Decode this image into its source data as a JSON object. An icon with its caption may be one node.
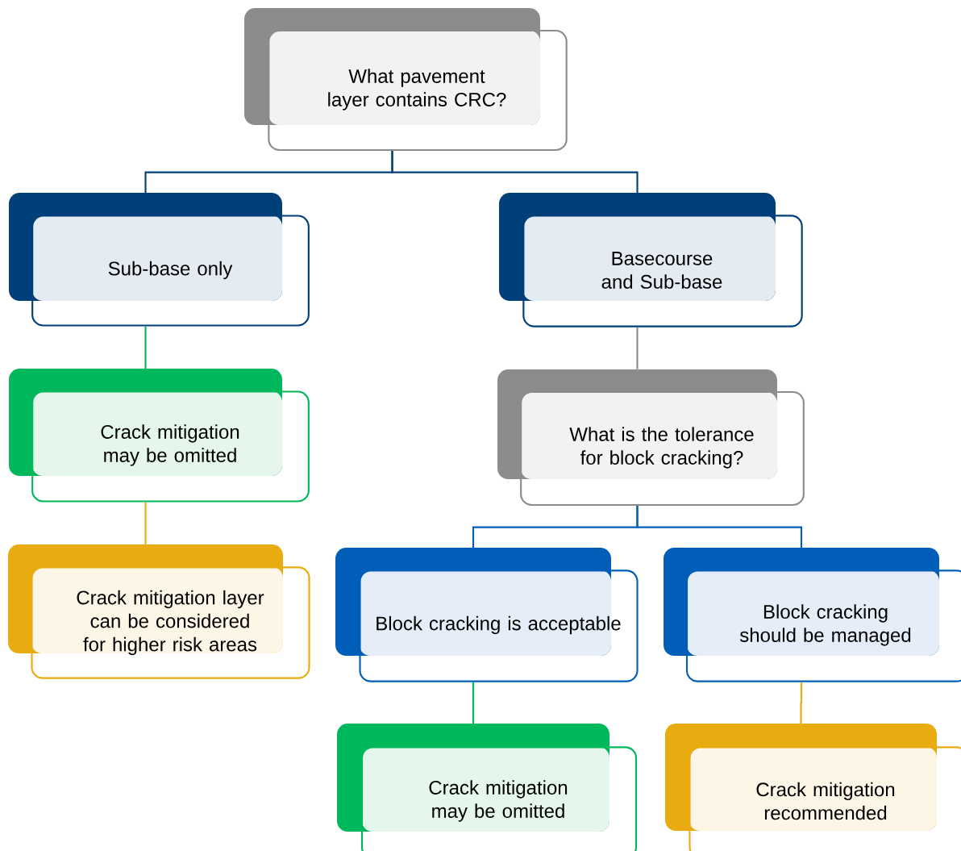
{
  "diagram": {
    "nodes": [
      {
        "text": [
          "What pavement layer contains CRC?"
        ]
      },
      {
        "text": [
          "Sub-base only"
        ]
      },
      {
        "text": [
          "Basecourse and Sub-base"
        ]
      },
      {
        "text": [
          "Crack mitigation may be omitted"
        ]
      },
      {
        "text": [
          "Crack mitigation layer can be considered for higher risk areas"
        ]
      },
      {
        "text": [
          "What is the tolerance for block cracking?"
        ]
      },
      {
        "text": [
          "Block cracking is acceptable"
        ]
      },
      {
        "text": [
          "Block cracking should be managed"
        ]
      },
      {
        "text": [
          "Crack mitigation may be omitted"
        ]
      },
      {
        "text": [
          "Crack mitigation recommended"
        ]
      }
    ],
    "edges": [
      {
        "from": 0,
        "to": 1,
        "arrow": "none",
        "color": "#003f7a"
      },
      {
        "from": 0,
        "to": 2,
        "arrow": "none",
        "color": "#003f7a"
      },
      {
        "from": 1,
        "to": 3,
        "arrow": "none",
        "color": "#00b85c"
      },
      {
        "from": 3,
        "to": 4,
        "arrow": "none",
        "color": "#e8ac10"
      },
      {
        "from": 2,
        "to": 5,
        "arrow": "none",
        "color": "#8c8c8c"
      },
      {
        "from": 5,
        "to": 6,
        "arrow": "none",
        "color": "#005eb8"
      },
      {
        "from": 5,
        "to": 7,
        "arrow": "none",
        "color": "#005eb8"
      },
      {
        "from": 6,
        "to": 8,
        "arrow": "none",
        "color": "#00b85c"
      },
      {
        "from": 7,
        "to": 9,
        "arrow": "none",
        "color": "#e8ac10"
      }
    ]
  }
}
